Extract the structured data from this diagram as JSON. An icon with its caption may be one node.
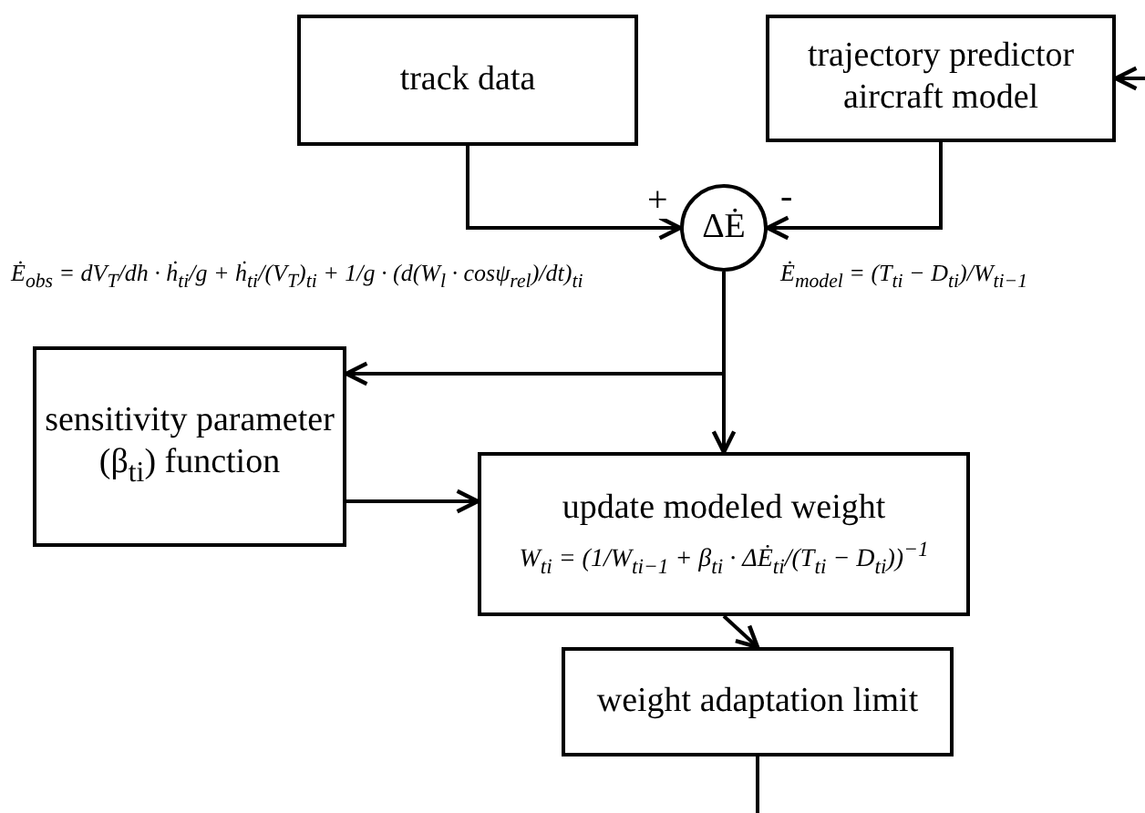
{
  "diagram": {
    "nodes": [
      {
        "text": [
          "track data"
        ]
      },
      {
        "text": [
          "trajectory predictor aircraft model"
        ]
      },
      {
        "text": [
          "ΔĖ"
        ]
      },
      {
        "text": [
          "sensitivity parameter (β$_{ti}$) function"
        ]
      },
      {
        "text": [
          "update modeled weight",
          "W$_{ti}$ = (1/W$_{ti−1}$ + β$_{ti}$ · ΔĖ$_{ti}$/(T$_{ti}$ − D$_{ti}$))$^{−1}$"
        ]
      },
      {
        "text": [
          "weight adaptation limit"
        ]
      }
    ],
    "edges": [
      {
        "from": 0,
        "to": 2,
        "arrow": "to",
        "label": "+"
      },
      {
        "from": 1,
        "to": 2,
        "arrow": "to",
        "label": "-"
      },
      {
        "from": null,
        "to": 1,
        "arrow": "to"
      },
      {
        "from": 2,
        "to": 4,
        "arrow": "to"
      },
      {
        "from": 2,
        "to": 3,
        "arrow": "to"
      },
      {
        "from": 3,
        "to": 4,
        "arrow": "to"
      },
      {
        "from": 4,
        "to": 5,
        "arrow": "to"
      },
      {
        "from": 5,
        "to": null,
        "arrow": "none"
      }
    ],
    "labels": [
      "Ė$_{obs}$ = dV$_{T}$/dh · ḣ$_{ti}$/g + ḣ$_{ti}$/(V$_{T}$)$_{ti}$ + 1/g · (d(W$_{l}$ · cosψ$_{rel}$)/dt)$_{ti}$",
      "Ė$_{model}$ = (T$_{ti}$ − D$_{ti}$)/W$_{ti−1}$"
    ]
  }
}
